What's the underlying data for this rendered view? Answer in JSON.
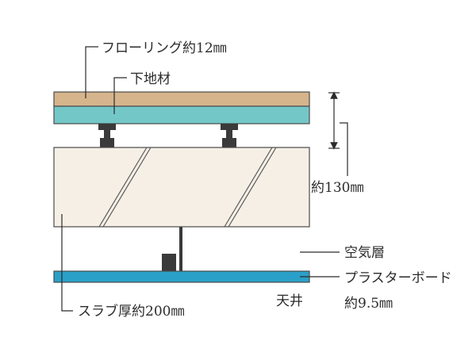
{
  "labels": {
    "flooring": "フローリング約12㎜",
    "subfloor": "下地材",
    "total_thickness": "約130㎜",
    "air_layer": "空気層",
    "plasterboard": "プラスターボード",
    "plasterboard_thickness": "約9.5㎜",
    "ceiling": "天井",
    "slab": "スラブ厚約200㎜"
  },
  "colors": {
    "flooring": "#d6b48c",
    "subfloor": "#74c7c7",
    "slab": "#f5efe6",
    "plasterboard": "#2aa0c8",
    "hardware": "#3a3a3a",
    "line": "#2b2b2b"
  }
}
